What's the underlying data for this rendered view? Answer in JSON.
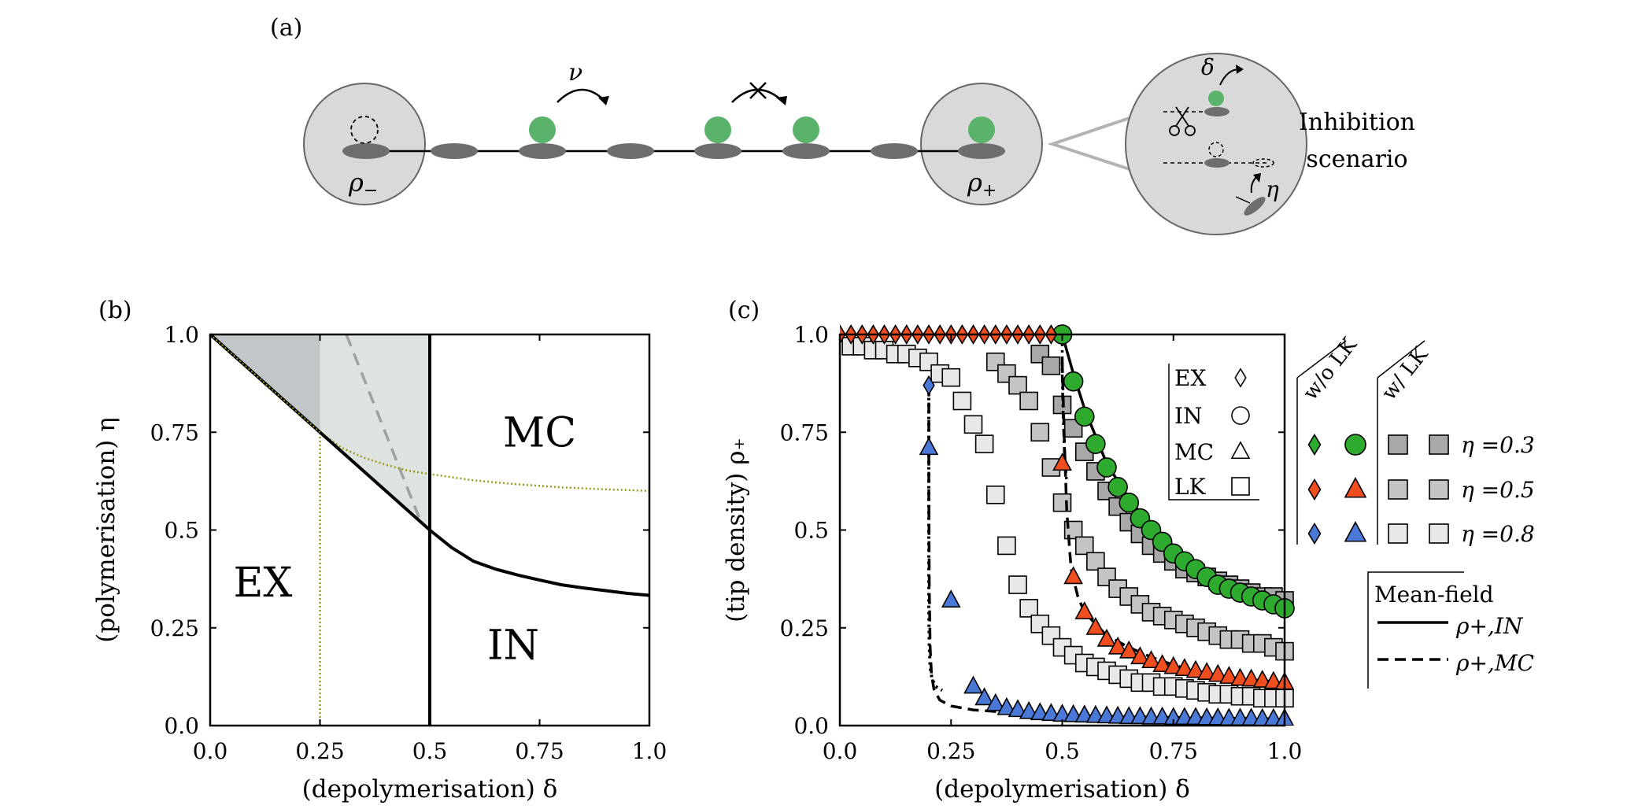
{
  "panel_labels": {
    "a": "(a)",
    "b": "(b)",
    "c": "(c)"
  },
  "panel_a": {
    "rate_nu": "ν",
    "rho_minus": "ρ",
    "rho_minus_sub": "−",
    "rho_plus": "ρ",
    "rho_plus_sub": "+",
    "delta": "δ",
    "eta": "η",
    "inhibition_line1": "Inhibition",
    "inhibition_line2": "scenario",
    "colors": {
      "particle": "#5bb36b",
      "site": "#6e6e6e",
      "bubble": "#d9d9d9"
    }
  },
  "chart_data": [
    {
      "type": "area",
      "panel": "b",
      "xlabel": "(depolymerisation) δ",
      "ylabel": "(polymerisation) η",
      "xlim": [
        0,
        1
      ],
      "ylim": [
        0,
        1
      ],
      "xticks": [
        "0.0",
        "0.25",
        "0.5",
        "0.75",
        "1.0"
      ],
      "yticks": [
        "0.0",
        "0.25",
        "0.5",
        "0.75",
        "1.0"
      ],
      "region_labels": {
        "EX": "EX",
        "MC": "MC",
        "IN": "IN"
      },
      "boundaries": {
        "ex_mc_line": {
          "x": [
            0,
            0.5
          ],
          "y": [
            1,
            0.5
          ]
        },
        "in_vertical": {
          "x": 0.5
        },
        "ex_in_curve": {
          "x": [
            0.5,
            0.55,
            0.6,
            0.65,
            0.7,
            0.75,
            0.8,
            0.85,
            0.9,
            0.95,
            1.0
          ],
          "y": [
            0.5,
            0.455,
            0.42,
            0.4,
            0.385,
            0.372,
            0.36,
            0.352,
            0.345,
            0.338,
            0.333
          ]
        },
        "dotted_curve": {
          "x": [
            0.25,
            0.3,
            0.35,
            0.4,
            0.45,
            0.5,
            0.6,
            0.7,
            0.8,
            0.9,
            1.0
          ],
          "y": [
            0.75,
            0.71,
            0.685,
            0.667,
            0.652,
            0.643,
            0.627,
            0.617,
            0.609,
            0.604,
            0.6
          ]
        },
        "dotted_vertical": {
          "x": 0.25
        },
        "dashed_gray": {
          "x": [
            0.31,
            0.48
          ],
          "y": [
            1.0,
            0.52
          ]
        }
      },
      "colors": {
        "dark_region": "#c1c7c9",
        "light_region": "#dde3df",
        "dotted": "#9c9a1c",
        "dashed": "#a0a0a0"
      }
    },
    {
      "type": "scatter",
      "panel": "c",
      "xlabel": "(depolymerisation) δ",
      "ylabel": "(tip density) ρ₊",
      "xlim": [
        0,
        1
      ],
      "ylim": [
        0,
        1
      ],
      "xticks": [
        "0.0",
        "0.25",
        "0.5",
        "0.75",
        "1.0"
      ],
      "yticks": [
        "0.0",
        "0.25",
        "0.5",
        "0.75",
        "1.0"
      ],
      "legend_markers": {
        "EX": "EX",
        "IN": "IN",
        "MC": "MC",
        "LK": "LK"
      },
      "legend_groups": {
        "without_lk": "w/o LK",
        "with_lk": "w/ LK"
      },
      "eta_labels": [
        "η =0.3",
        "η =0.5",
        "η =0.8"
      ],
      "meanfield": {
        "title": "Mean-field",
        "in_label": "ρ+,IN",
        "mc_label": "ρ+,MC"
      },
      "series": [
        {
          "kind": "IN",
          "eta": 0.3,
          "color": "#2eaa2e",
          "x": [
            0.5,
            0.525,
            0.55,
            0.575,
            0.6,
            0.625,
            0.65,
            0.675,
            0.7,
            0.725,
            0.75,
            0.775,
            0.8,
            0.825,
            0.85,
            0.875,
            0.9,
            0.925,
            0.95,
            0.975,
            1.0
          ],
          "y": [
            1.0,
            0.88,
            0.79,
            0.72,
            0.66,
            0.61,
            0.57,
            0.53,
            0.5,
            0.47,
            0.44,
            0.42,
            0.4,
            0.38,
            0.36,
            0.35,
            0.34,
            0.33,
            0.32,
            0.31,
            0.3
          ]
        },
        {
          "kind": "EX",
          "eta": 0.3,
          "color": "#2eaa2e",
          "x": [
            0.0,
            0.025,
            0.05,
            0.075,
            0.1,
            0.125,
            0.15,
            0.175,
            0.2,
            0.225,
            0.25,
            0.275,
            0.3,
            0.325,
            0.35,
            0.375,
            0.4,
            0.425,
            0.45,
            0.475
          ],
          "y": [
            1,
            1,
            1,
            1,
            1,
            1,
            1,
            1,
            1,
            1,
            1,
            1,
            1,
            1,
            1,
            1,
            1,
            1,
            1,
            1
          ]
        },
        {
          "kind": "EX",
          "eta": 0.5,
          "color": "#f04e1e",
          "x": [
            0.0,
            0.025,
            0.05,
            0.075,
            0.1,
            0.125,
            0.15,
            0.175,
            0.2,
            0.225,
            0.25,
            0.275,
            0.3,
            0.325,
            0.35,
            0.375,
            0.4,
            0.425,
            0.45,
            0.475
          ],
          "y": [
            1,
            1,
            1,
            1,
            1,
            1,
            1,
            1,
            1,
            1,
            1,
            1,
            1,
            1,
            1,
            1,
            1,
            1,
            1,
            1
          ]
        },
        {
          "kind": "MC",
          "eta": 0.5,
          "color": "#f04e1e",
          "x": [
            0.5,
            0.525,
            0.55,
            0.575,
            0.6,
            0.625,
            0.65,
            0.675,
            0.7,
            0.725,
            0.75,
            0.775,
            0.8,
            0.825,
            0.85,
            0.875,
            0.9,
            0.925,
            0.95,
            0.975,
            1.0
          ],
          "y": [
            0.67,
            0.38,
            0.29,
            0.25,
            0.22,
            0.2,
            0.19,
            0.175,
            0.165,
            0.155,
            0.15,
            0.145,
            0.14,
            0.135,
            0.13,
            0.125,
            0.12,
            0.118,
            0.115,
            0.112,
            0.11
          ]
        },
        {
          "kind": "EX",
          "eta": 0.8,
          "color": "#4a78d6",
          "x": [
            0.2
          ],
          "y": [
            0.87
          ]
        },
        {
          "kind": "MC",
          "eta": 0.8,
          "color": "#4a78d6",
          "x": [
            0.2,
            0.25,
            0.3,
            0.325,
            0.35,
            0.375,
            0.4,
            0.425,
            0.45,
            0.475,
            0.5,
            0.525,
            0.55,
            0.575,
            0.6,
            0.625,
            0.65,
            0.675,
            0.7,
            0.725,
            0.75,
            0.775,
            0.8,
            0.825,
            0.85,
            0.875,
            0.9,
            0.925,
            0.95,
            0.975,
            1.0
          ],
          "y": [
            0.71,
            0.32,
            0.1,
            0.07,
            0.055,
            0.045,
            0.04,
            0.035,
            0.032,
            0.03,
            0.028,
            0.027,
            0.026,
            0.025,
            0.024,
            0.023,
            0.022,
            0.022,
            0.021,
            0.021,
            0.02,
            0.02,
            0.02,
            0.019,
            0.019,
            0.018,
            0.018,
            0.018,
            0.017,
            0.017,
            0.017
          ]
        },
        {
          "kind": "LK",
          "eta": 0.3,
          "color": "#a8a8a8",
          "x": [
            0.45,
            0.475,
            0.5,
            0.525,
            0.55,
            0.575,
            0.6,
            0.625,
            0.65,
            0.675,
            0.7,
            0.725,
            0.75,
            0.775,
            0.8,
            0.825,
            0.85,
            0.875,
            0.9,
            0.925,
            0.95,
            0.975,
            1.0
          ],
          "y": [
            0.95,
            0.92,
            0.82,
            0.76,
            0.7,
            0.65,
            0.6,
            0.56,
            0.52,
            0.49,
            0.46,
            0.44,
            0.42,
            0.4,
            0.39,
            0.38,
            0.37,
            0.36,
            0.35,
            0.34,
            0.33,
            0.33,
            0.32
          ]
        },
        {
          "kind": "LK",
          "eta": 0.5,
          "color": "#c4c4c4",
          "x": [
            0.35,
            0.375,
            0.4,
            0.425,
            0.45,
            0.475,
            0.5,
            0.525,
            0.55,
            0.575,
            0.6,
            0.625,
            0.65,
            0.675,
            0.7,
            0.725,
            0.75,
            0.775,
            0.8,
            0.825,
            0.85,
            0.875,
            0.9,
            0.925,
            0.95,
            0.975,
            1.0
          ],
          "y": [
            0.93,
            0.9,
            0.87,
            0.83,
            0.75,
            0.66,
            0.57,
            0.5,
            0.46,
            0.42,
            0.38,
            0.35,
            0.33,
            0.31,
            0.29,
            0.28,
            0.27,
            0.26,
            0.25,
            0.24,
            0.23,
            0.22,
            0.22,
            0.21,
            0.21,
            0.2,
            0.19
          ]
        },
        {
          "kind": "LK",
          "eta": 0.8,
          "color": "#e8e8e8",
          "x": [
            0.025,
            0.05,
            0.075,
            0.1,
            0.125,
            0.15,
            0.175,
            0.2,
            0.225,
            0.25,
            0.275,
            0.3,
            0.325,
            0.35,
            0.375,
            0.4,
            0.425,
            0.45,
            0.475,
            0.5,
            0.525,
            0.55,
            0.575,
            0.6,
            0.625,
            0.65,
            0.675,
            0.7,
            0.725,
            0.75,
            0.775,
            0.8,
            0.825,
            0.85,
            0.875,
            0.9,
            0.925,
            0.95,
            0.975,
            1.0
          ],
          "y": [
            0.97,
            0.97,
            0.96,
            0.96,
            0.95,
            0.95,
            0.94,
            0.93,
            0.9,
            0.89,
            0.83,
            0.77,
            0.72,
            0.59,
            0.46,
            0.36,
            0.3,
            0.26,
            0.23,
            0.2,
            0.18,
            0.16,
            0.15,
            0.14,
            0.13,
            0.12,
            0.11,
            0.11,
            0.1,
            0.1,
            0.095,
            0.09,
            0.085,
            0.08,
            0.08,
            0.075,
            0.075,
            0.07,
            0.07,
            0.07
          ]
        }
      ],
      "meanfield_curves": {
        "in": {
          "x": [
            0.5,
            0.525,
            0.55,
            0.575,
            0.6,
            0.65,
            0.7,
            0.75,
            0.8,
            0.85,
            0.9,
            0.95,
            1.0
          ],
          "y": [
            1.0,
            0.9,
            0.81,
            0.74,
            0.67,
            0.58,
            0.51,
            0.46,
            0.41,
            0.38,
            0.35,
            0.32,
            0.3
          ]
        },
        "mc_05": {
          "x": [
            0.5,
            0.505,
            0.51,
            0.52,
            0.535,
            0.55,
            0.6,
            0.65,
            0.7,
            0.75,
            0.8,
            0.9,
            1.0
          ],
          "y": [
            0.93,
            0.72,
            0.55,
            0.4,
            0.33,
            0.29,
            0.23,
            0.2,
            0.175,
            0.155,
            0.14,
            0.12,
            0.11
          ]
        },
        "mc_08": {
          "x": [
            0.2,
            0.2,
            0.201,
            0.203,
            0.206,
            0.212,
            0.225,
            0.25,
            0.3,
            0.4,
            0.5,
            0.6,
            0.8,
            1.0
          ],
          "y": [
            0.87,
            0.6,
            0.35,
            0.2,
            0.13,
            0.09,
            0.065,
            0.05,
            0.04,
            0.032,
            0.027,
            0.024,
            0.02,
            0.017
          ]
        },
        "dotted_08": {
          "x": [
            0.2,
            0.2,
            0.2,
            0.2,
            0.201,
            0.203,
            0.207,
            0.215,
            0.23
          ],
          "y": [
            0.87,
            0.7,
            0.5,
            0.3,
            0.2,
            0.15,
            0.12,
            0.1,
            0.09
          ]
        },
        "dashdot_05": {
          "x": [
            0.5,
            0.5,
            0.502,
            0.505,
            0.51
          ],
          "y": [
            0.99,
            0.9,
            0.8,
            0.7,
            0.62
          ]
        }
      }
    }
  ]
}
